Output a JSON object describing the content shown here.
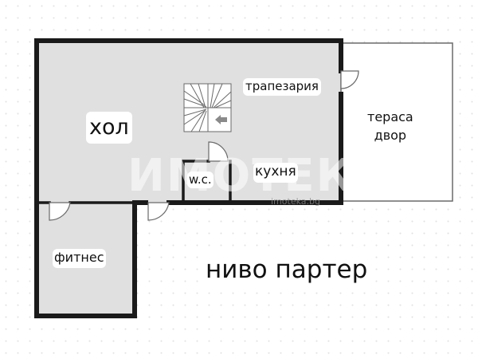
{
  "rooms": {
    "hol": "хол",
    "trapezaria": "трапезария",
    "terasa": "тераса\nдвор",
    "wc": "w.c.",
    "kuhnya": "кухня",
    "fitnes": "фитнес"
  },
  "level_title": "ниво партер",
  "watermark": {
    "logo_text": "ИМОТЕКА",
    "site": "imoteka.bg"
  },
  "colors": {
    "wall": "#1a1a1a",
    "floor": "#e0e0e0",
    "terrace": "#ffffff",
    "background": "#ffffff"
  },
  "icons": [
    "staircase-icon",
    "stair-direction-arrow-icon",
    "door-swing-icon"
  ]
}
